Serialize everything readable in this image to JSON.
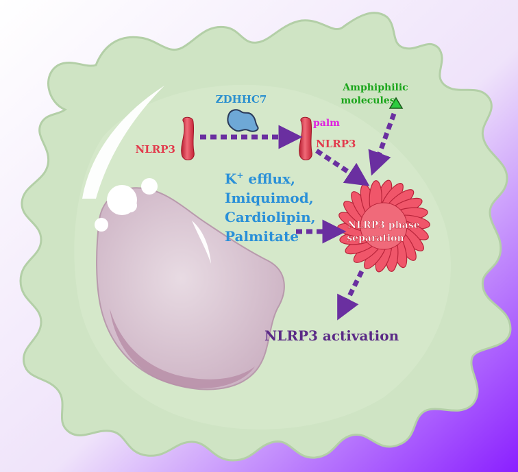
{
  "labels": {
    "enzyme": "ZDHHC7",
    "protein_left": "NLRP3",
    "protein_right": "NLRP3",
    "modification": "palm",
    "amphiphilic_line1": "Amphiphilic",
    "amphiphilic_line2": "molecules",
    "stimuli": [
      "K",
      "Imiquimod,",
      "Cardiolipin,",
      "Palmitate"
    ],
    "stimulus_k_superscript": "+",
    "stimulus_k_suffix": " efflux,",
    "phase_line1": "NLRP3 phase",
    "phase_line2": "separation",
    "outcome": "NLRP3 activation"
  },
  "colors": {
    "bg_light": "#ffffff",
    "bg_dark": "#8a1fff",
    "cell_fill": "#cfe4c4",
    "cell_stroke": "#b3cfa7",
    "nucleus_fill": "#dcc9d6",
    "nucleus_shadow": "#b98fa8",
    "nlrp3_red": "#e23a4c",
    "condensate": "#f0566a",
    "arrow_purple": "#6a2fa0",
    "enzyme_blue": "#2a8fcf",
    "stimulus_blue": "#2a90d8",
    "amphiphilic_green": "#1aa51a",
    "palm_magenta": "#e020e0",
    "outcome_purple": "#5a2a86"
  },
  "icons": [
    "zdhhc7-enzyme-icon",
    "nlrp3-protein-icon",
    "nlrp3-condensate-icon",
    "amphiphilic-triangle-icon",
    "nucleus-icon"
  ]
}
